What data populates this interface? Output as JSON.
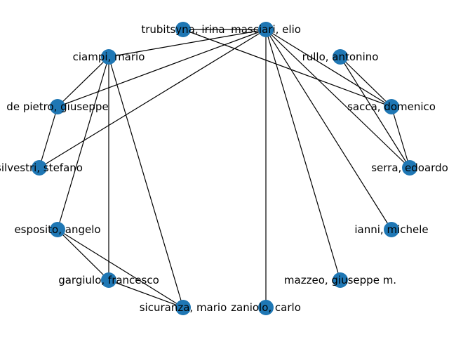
{
  "graph": {
    "node_color": "#1f77b4",
    "edge_color": "#000000",
    "nodes": [
      {
        "id": "masciari",
        "label": "masciari, elio"
      },
      {
        "id": "rullo",
        "label": "rullo, antonino"
      },
      {
        "id": "sacca",
        "label": "sacca, domenico"
      },
      {
        "id": "serra",
        "label": "serra, edoardo"
      },
      {
        "id": "ianni",
        "label": "ianni, michele"
      },
      {
        "id": "mazzeo",
        "label": "mazzeo, giuseppe m."
      },
      {
        "id": "zaniolo",
        "label": "zaniolo, carlo"
      },
      {
        "id": "sicuranza",
        "label": "sicuranza, mario"
      },
      {
        "id": "gargiulo",
        "label": "gargiulo, francesco"
      },
      {
        "id": "esposito",
        "label": "esposito, angelo"
      },
      {
        "id": "silvestri",
        "label": "silvestri, stefano"
      },
      {
        "id": "depietro",
        "label": "de pietro, giuseppe"
      },
      {
        "id": "ciampi",
        "label": "ciampi, mario"
      },
      {
        "id": "trubitsyna",
        "label": "trubitsyna, irina"
      }
    ],
    "edges": [
      [
        "trubitsyna",
        "masciari"
      ],
      [
        "trubitsyna",
        "sacca"
      ],
      [
        "masciari",
        "ciampi"
      ],
      [
        "masciari",
        "depietro"
      ],
      [
        "masciari",
        "silvestri"
      ],
      [
        "masciari",
        "sacca"
      ],
      [
        "masciari",
        "serra"
      ],
      [
        "masciari",
        "ianni"
      ],
      [
        "masciari",
        "mazzeo"
      ],
      [
        "masciari",
        "zaniolo"
      ],
      [
        "rullo",
        "sacca"
      ],
      [
        "rullo",
        "serra"
      ],
      [
        "sacca",
        "serra"
      ],
      [
        "ciampi",
        "depietro"
      ],
      [
        "ciampi",
        "esposito"
      ],
      [
        "ciampi",
        "gargiulo"
      ],
      [
        "ciampi",
        "sicuranza"
      ],
      [
        "depietro",
        "silvestri"
      ],
      [
        "esposito",
        "gargiulo"
      ],
      [
        "esposito",
        "sicuranza"
      ],
      [
        "gargiulo",
        "sicuranza"
      ]
    ]
  }
}
